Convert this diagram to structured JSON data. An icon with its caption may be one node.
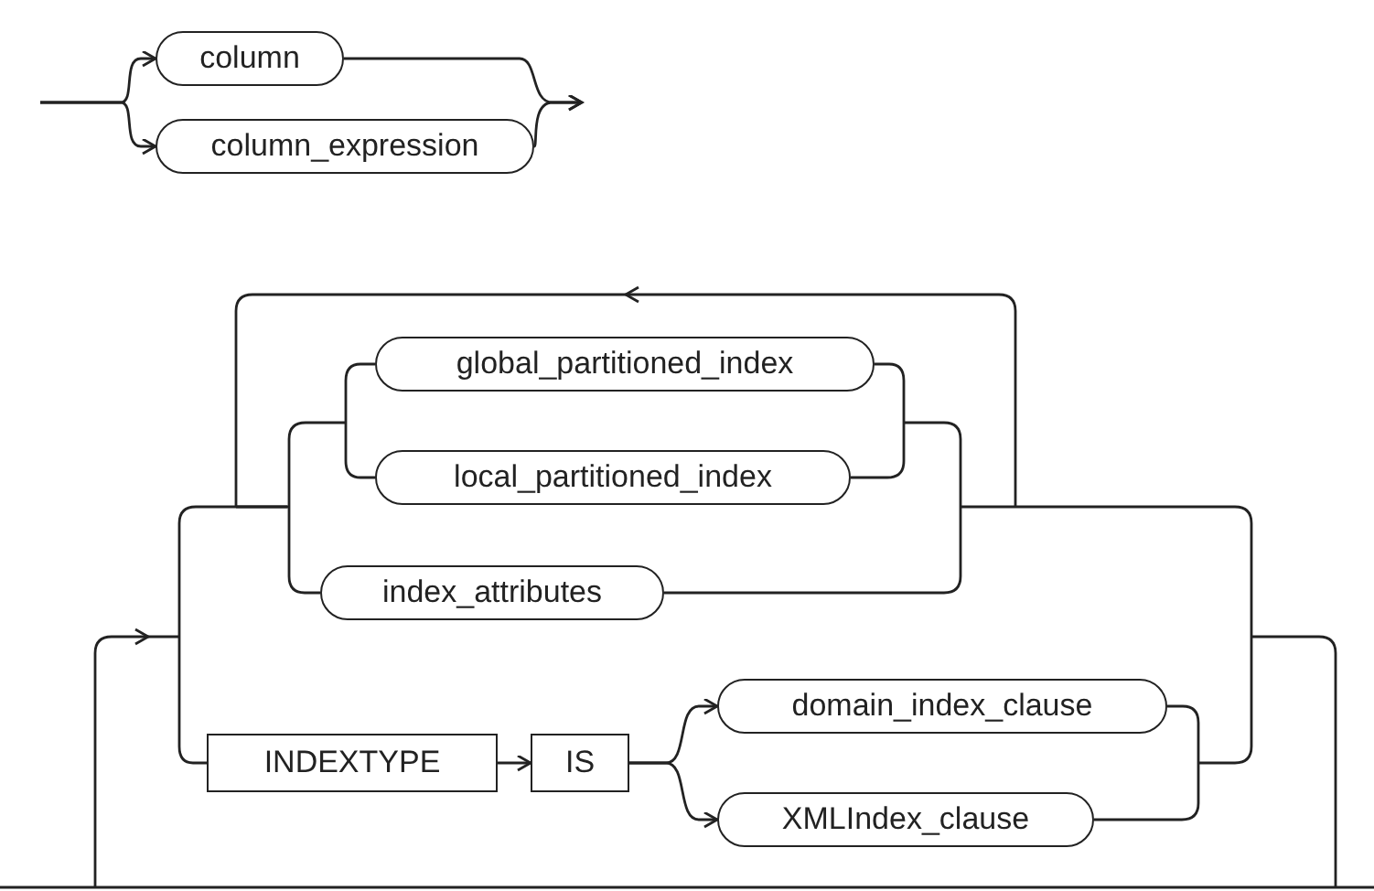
{
  "diagram": {
    "nodes": [
      {
        "text": [
          "column"
        ]
      },
      {
        "text": [
          "column_expression"
        ]
      },
      {
        "text": [
          "global_partitioned_index"
        ]
      },
      {
        "text": [
          "local_partitioned_index"
        ]
      },
      {
        "text": [
          "index_attributes"
        ]
      },
      {
        "text": [
          "INDEXTYPE"
        ]
      },
      {
        "text": [
          "IS"
        ]
      },
      {
        "text": [
          "domain_index_clause"
        ]
      },
      {
        "text": [
          "XMLIndex_clause"
        ]
      }
    ],
    "edges": [
      {
        "from": null,
        "to": 0,
        "arrow": "to"
      },
      {
        "from": null,
        "to": 1,
        "arrow": "to"
      },
      {
        "from": 0,
        "to": null,
        "arrow": "to"
      },
      {
        "from": 1,
        "to": null,
        "arrow": "to"
      },
      {
        "from": 5,
        "to": 6,
        "arrow": "to"
      },
      {
        "from": 6,
        "to": 7,
        "arrow": "to"
      },
      {
        "from": 6,
        "to": 8,
        "arrow": "to"
      }
    ]
  }
}
